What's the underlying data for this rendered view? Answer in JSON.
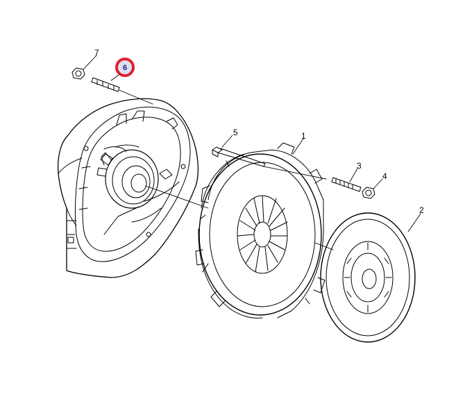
{
  "callouts": {
    "c1": "1",
    "c2": "2",
    "c3": "3",
    "c4": "4",
    "c5": "5",
    "c6": "6",
    "c7": "7"
  },
  "highlight_color": "#e0202a",
  "line_color": "#000000"
}
